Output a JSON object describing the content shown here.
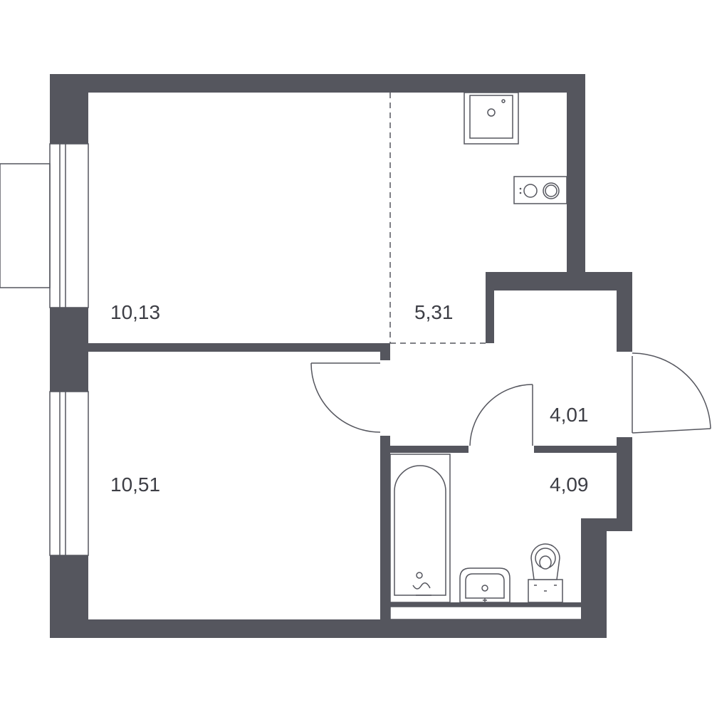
{
  "rooms": [
    {
      "id": "room-top-left",
      "area": "10,13"
    },
    {
      "id": "kitchen",
      "area": "5,31"
    },
    {
      "id": "hallway",
      "area": "4,01"
    },
    {
      "id": "bathroom",
      "area": "4,09"
    },
    {
      "id": "room-bottom-left",
      "area": "10,51"
    }
  ],
  "colors": {
    "wall": "#55565e",
    "background": "#ffffff"
  }
}
